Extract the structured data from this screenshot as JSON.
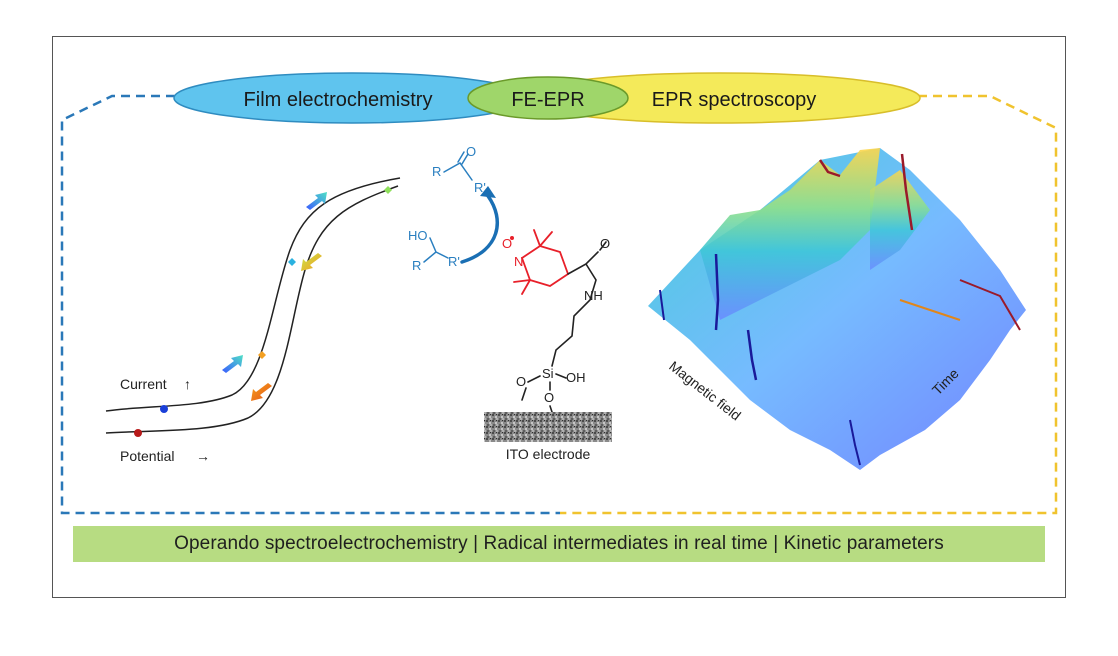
{
  "ovals": {
    "left": "Film electrochemistry",
    "middle": "FE-EPR",
    "right": "EPR spectroscopy"
  },
  "cv_plot": {
    "y_axis_label": "Current",
    "x_axis_label": "Potential"
  },
  "molecule": {
    "ketone": {
      "r1": "R",
      "r2": "R'",
      "o": "O"
    },
    "alcohol": {
      "oh": "HO",
      "r1": "R",
      "r2": "R'"
    },
    "tempo_n": "N",
    "tempo_o": "O",
    "amide_o": "O",
    "amide_nh": "NH",
    "silanol": "Si",
    "oh": "OH",
    "o_left": "O",
    "o_bottom": "O",
    "electrode_label": "ITO electrode"
  },
  "surface_plot": {
    "axis_magnetic": "Magnetic field",
    "axis_time": "Time"
  },
  "banner": "Operando spectroelectrochemistry | Radical intermediates in real time | Kinetic parameters",
  "colors": {
    "blue_oval": "#5fc4ee",
    "yellow_oval": "#f4ea5a",
    "overlap": "#9fd66a",
    "dash_blue": "#2a78b8",
    "dash_yellow": "#f0c32e",
    "banner": "#b7dc82",
    "tempo_red": "#e8202a",
    "substrate_blue": "#2a7fc0"
  }
}
